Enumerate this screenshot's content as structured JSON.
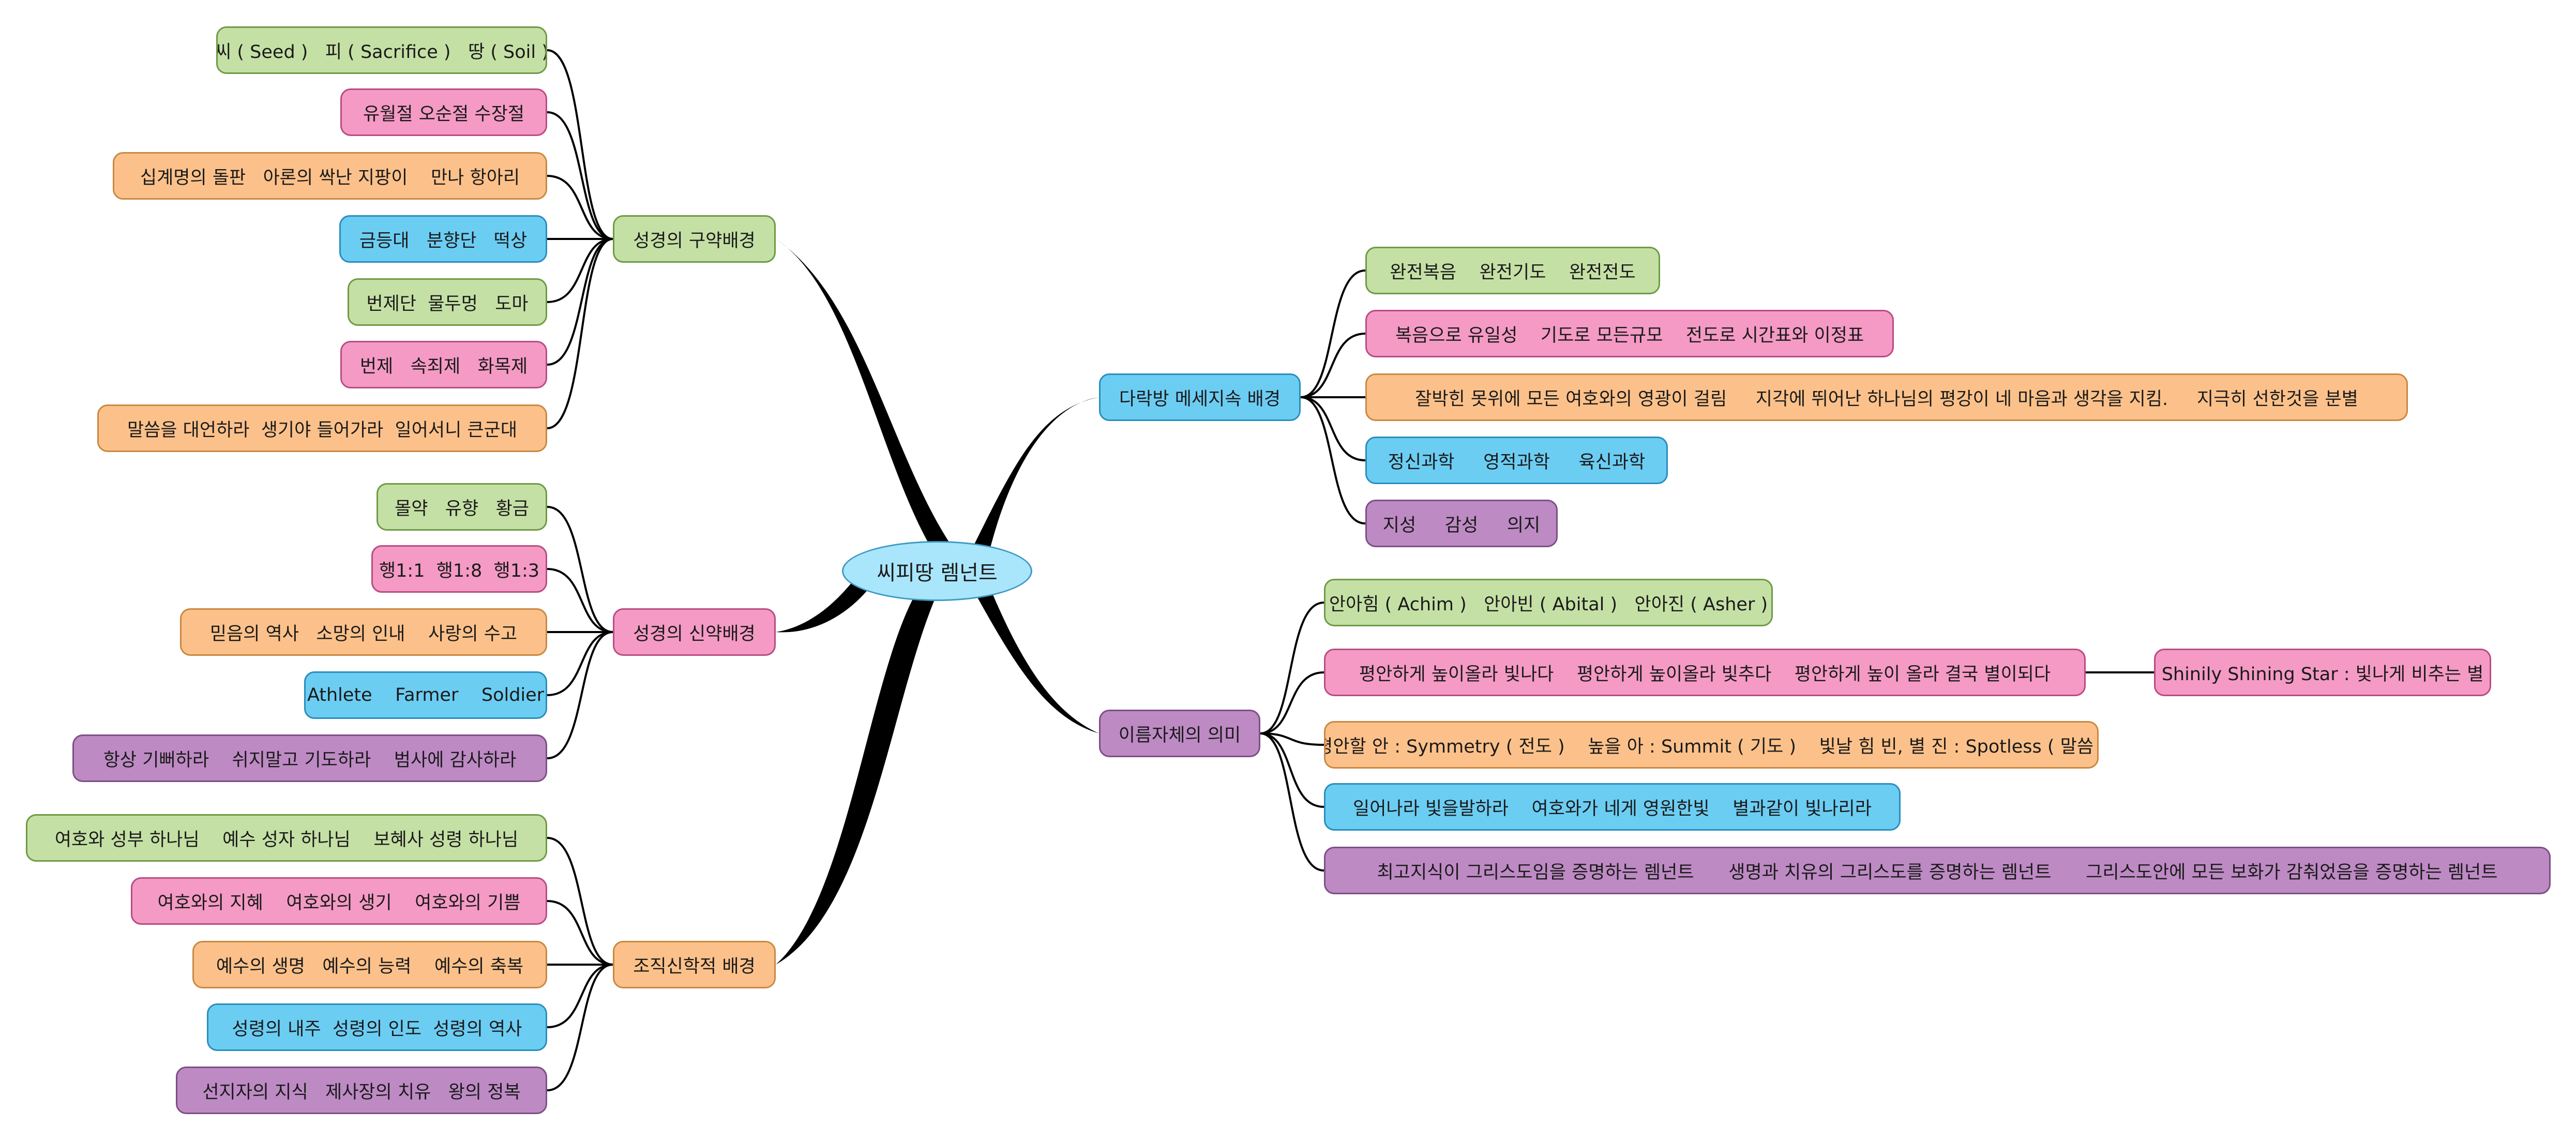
{
  "colors": {
    "green": "#c5e0a5",
    "pink": "#f49ac5",
    "orange": "#fcc18a",
    "blue": "#6ccdf3",
    "purple": "#bd8ac4",
    "center": "#a9e6fb",
    "link": "#000000"
  },
  "center": "씨피땅 렘넌트",
  "branches": {
    "old_testament": {
      "label": "성경의 구약배경",
      "children": [
        "씨 ( Seed )   피 ( Sacrifice )   땅 ( Soil )",
        "유월절 오순절 수장절",
        "십계명의 돌판   아론의 싹난 지팡이    만나 항아리",
        "금등대   분향단   떡상",
        "번제단  물두멍   도마",
        "번제   속죄제   화목제",
        "말씀을 대언하라  생기야 들어가라  일어서니 큰군대"
      ]
    },
    "new_testament": {
      "label": "성경의 신약배경",
      "children": [
        "몰약   유향   황금",
        "행1:1  행1:8  행1:3",
        "믿음의 역사   소망의 인내    사랑의 수고",
        "Athlete    Farmer    Soldier",
        "항상 기뻐하라    쉬지말고 기도하라    범사에 감사하라"
      ]
    },
    "theology": {
      "label": "조직신학적 배경",
      "children": [
        "여호와 성부 하나님    예수 성자 하나님    보혜사 성령 하나님",
        "여호와의 지혜    여호와의 생기    여호와의 기쁨",
        "예수의 생명   예수의 능력    예수의 축복",
        "성령의 내주  성령의 인도  성령의 역사",
        "선지자의 지식   제사장의 치유   왕의 정복"
      ]
    },
    "darakbang": {
      "label": "다락방 메세지속 배경",
      "children": [
        "완전복음    완전기도    완전전도",
        "복음으로 유일성    기도로 모든규모    전도로 시간표와 이정표",
        "잘박힌 못위에 모든 여호와의 영광이 걸림     지각에 뛰어난 하나님의 평강이 네 마음과 생각을 지킴.     지극히 선한것을 분별",
        "정신과학     영적과학     육신과학",
        "지성     감성     의지"
      ]
    },
    "name_meaning": {
      "label": "이름자체의 의미",
      "children": [
        "안아힘 ( Achim )   안아빈 ( Abital )   안아진 ( Asher )",
        "평안하게 높이올라 빛나다    평안하게 높이올라 빛추다    평안하게 높이 올라 결국 별이되다",
        "평안할 안 : Symmetry ( 전도 )    높을 아 : Summit ( 기도 )    빛날 힘 빈, 별 진 : Spotless ( 말씀 )",
        "일어나라 빛을발하라    여호와가 네게 영원한빛    별과같이 빛나리라",
        "최고지식이 그리스도임을 증명하는 렘넌트      생명과 치유의 그리스도를 증명하는 렘넌트      그리스도안에 모든 보화가 감춰었음을 증명하는 렘넌트"
      ],
      "sub": "Shinily Shining Star : 빛나게 비추는 별"
    }
  }
}
